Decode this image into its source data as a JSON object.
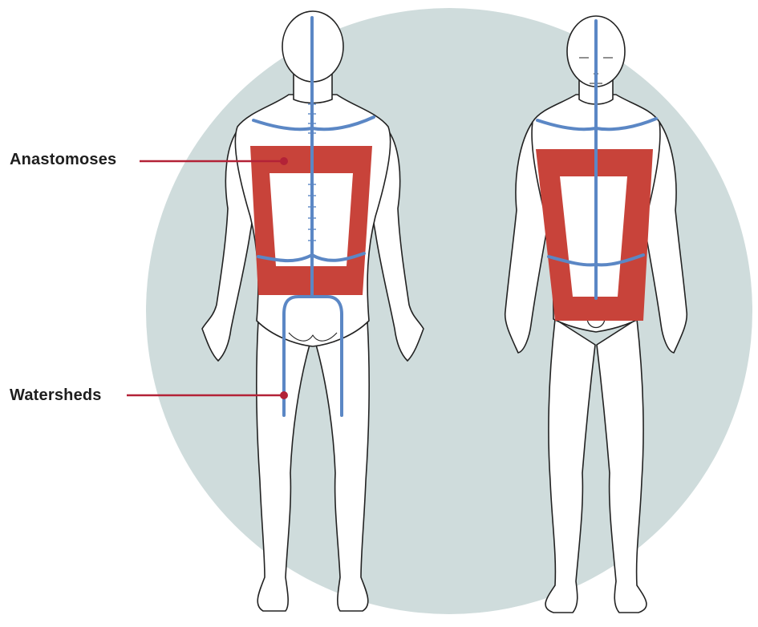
{
  "labels": {
    "anastomoses": "Anastomoses",
    "watersheds": "Watersheds"
  },
  "figures": [
    "posterior-view",
    "anterior-view"
  ],
  "colors": {
    "background_circle": "#cfdcdc",
    "anastomoses": "#c8433a",
    "watersheds": "#5b87c5",
    "leader_line": "#b32237",
    "outline": "#222222",
    "body_fill": "#ffffff"
  }
}
